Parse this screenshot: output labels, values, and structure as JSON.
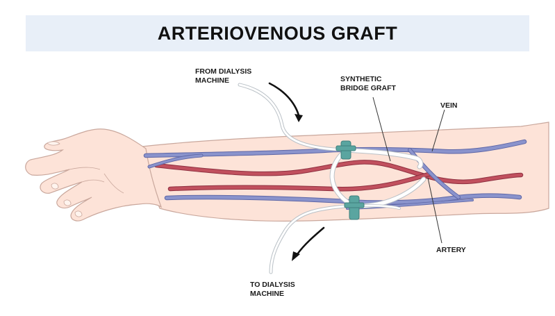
{
  "title": "ARTERIOVENOUS GRAFT",
  "labels": {
    "from_dialysis": "FROM DIALYSIS\nMACHINE",
    "synthetic_graft": "SYNTHETIC\nBRIDGE GRAFT",
    "vein": "VEIN",
    "artery": "ARTERY",
    "to_dialysis": "TO DIALYSIS\nMACHINE"
  },
  "colors": {
    "skin": "#fde3d8",
    "skin_outline": "#c9a79c",
    "vein": "#8a93cc",
    "artery": "#c1505e",
    "graft": "#ffffff",
    "clamp": "#5aa5a0",
    "title_bg": "#e8eff8"
  }
}
